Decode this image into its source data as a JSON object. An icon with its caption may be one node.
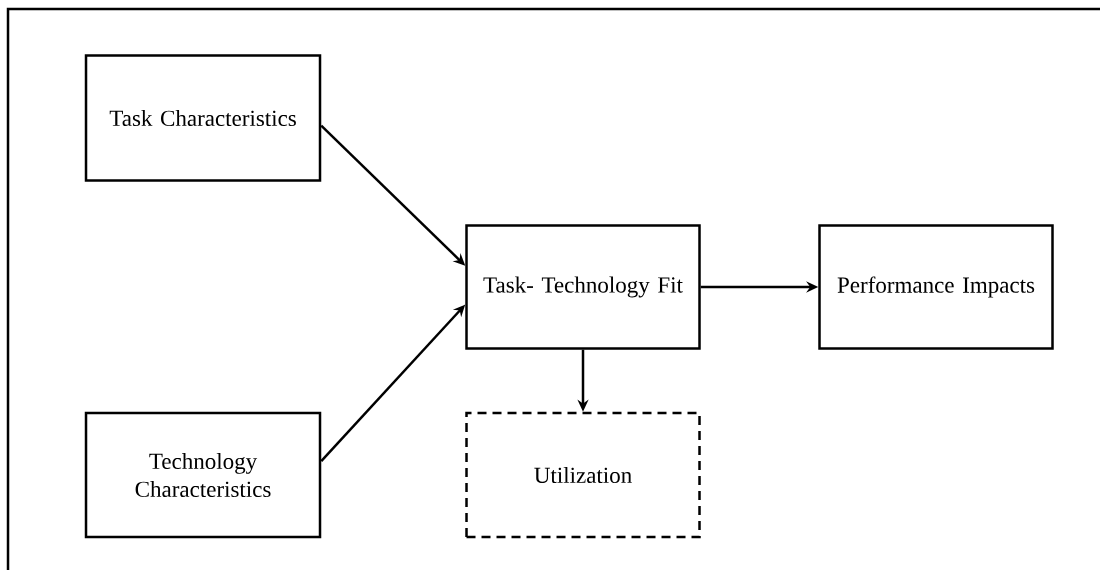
{
  "diagram": {
    "nodes": [
      {
        "text": [
          "Task Characteristics"
        ]
      },
      {
        "text": [
          "Technology Characteristics"
        ]
      },
      {
        "text": [
          "Task- Technology Fit"
        ]
      },
      {
        "text": [
          "Performance Impacts"
        ]
      },
      {
        "text": [
          "Utilization"
        ]
      }
    ],
    "edges": [
      {
        "from": 0,
        "to": 2,
        "arrow": "to"
      },
      {
        "from": 1,
        "to": 2,
        "arrow": "to"
      },
      {
        "from": 2,
        "to": 3,
        "arrow": "to"
      },
      {
        "from": 2,
        "to": 4,
        "arrow": "to"
      }
    ]
  }
}
